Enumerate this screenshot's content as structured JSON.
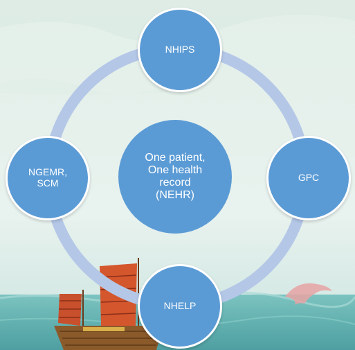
{
  "diagram": {
    "center": {
      "label": "One patient,\nOne health\nrecord\n(NEHR)"
    },
    "nodes": {
      "top": "NHIPS",
      "right": "GPC",
      "bottom": "NHELP",
      "left": "NGEMR,\nSCM"
    }
  },
  "colors": {
    "node_fill": "#5b9bd5",
    "ring": "#b4c7e7",
    "sky": "#e9f3ef",
    "sea": "#6fb8b6"
  },
  "icons": {
    "background": "sailing-junk-boat-illustration"
  }
}
